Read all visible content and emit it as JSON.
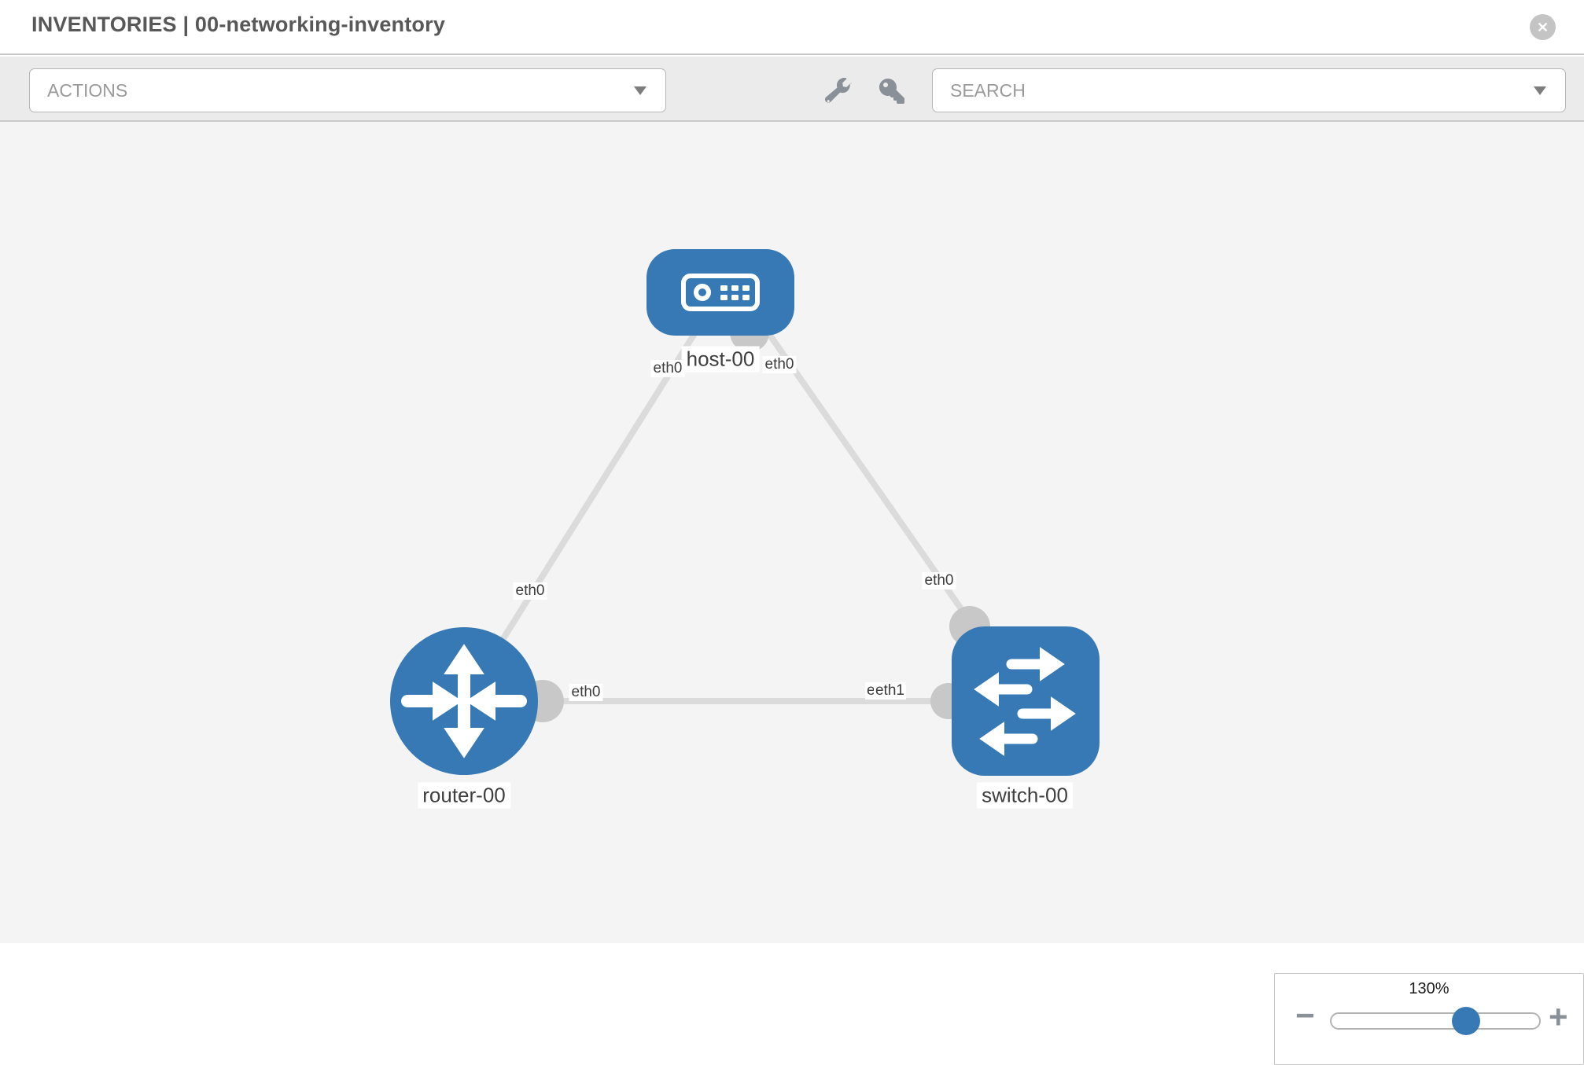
{
  "header": {
    "title": "INVENTORIES | 00-networking-inventory"
  },
  "icons": {
    "close": "✕",
    "minus": "−",
    "plus": "+",
    "wrench": "wrench-icon",
    "key": "key-icon",
    "caret": "chevron-down-icon"
  },
  "toolbar": {
    "actions_label": "ACTIONS",
    "search_label": "SEARCH"
  },
  "topology": {
    "nodes": [
      {
        "id": "host-00",
        "type": "host",
        "label": "host-00"
      },
      {
        "id": "router-00",
        "type": "router",
        "label": "router-00"
      },
      {
        "id": "switch-00",
        "type": "switch",
        "label": "switch-00"
      }
    ],
    "links": [
      {
        "from": "host-00",
        "to": "router-00",
        "from_interface": "eth0",
        "to_interface": "eth0"
      },
      {
        "from": "host-00",
        "to": "switch-00",
        "from_interface": "eth0",
        "to_interface": "eth0"
      },
      {
        "from": "router-00",
        "to": "switch-00",
        "from_interface": "eth0",
        "to_interface": "eth1"
      }
    ],
    "labels": {
      "host_left_if": "eth0",
      "host_right_if": "eth0",
      "router_top_if": "eth0",
      "switch_top_if": "eth0",
      "router_right_if": "eth0",
      "switch_left_if_under": "eth0",
      "switch_left_if_over": "eth1"
    }
  },
  "zoom_control": {
    "level": "130%"
  },
  "colors": {
    "node_blue": "#3779b5",
    "edge_gray": "#dbdbdb",
    "interface_gray": "#c8c8c8",
    "toolbar_bg": "#ebebeb",
    "canvas_bg": "#f4f4f4",
    "icon_gray": "#8a9097"
  }
}
